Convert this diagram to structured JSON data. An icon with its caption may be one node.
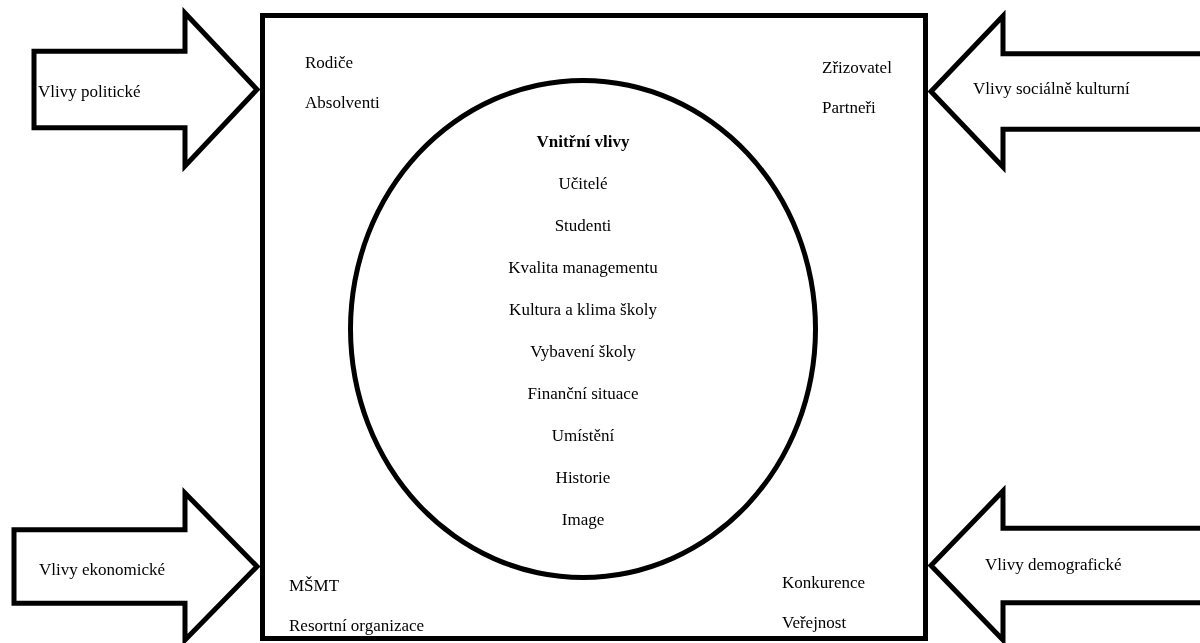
{
  "diagram": {
    "nodes": [
      {
        "text": [
          "Rodiče",
          "Absolventi",
          "Zřizovatel",
          "Partneři",
          "MŠMT",
          "Resortní organizace",
          "Konkurence",
          "Veřejnost"
        ]
      },
      {
        "text": [
          "Vnitřní vlivy",
          "Učitelé",
          "Studenti",
          "Kvalita managementu",
          "Kultura a klima školy",
          "Vybavení školy",
          "Finanční situace",
          "Umístění",
          "Historie",
          "Image"
        ],
        "in": 0
      },
      {
        "text": [
          "Vlivy politické"
        ]
      },
      {
        "text": [
          "Vlivy sociálně kulturní"
        ]
      },
      {
        "text": [
          "Vlivy ekonomické"
        ]
      },
      {
        "text": [
          "Vlivy demografické"
        ]
      }
    ]
  }
}
